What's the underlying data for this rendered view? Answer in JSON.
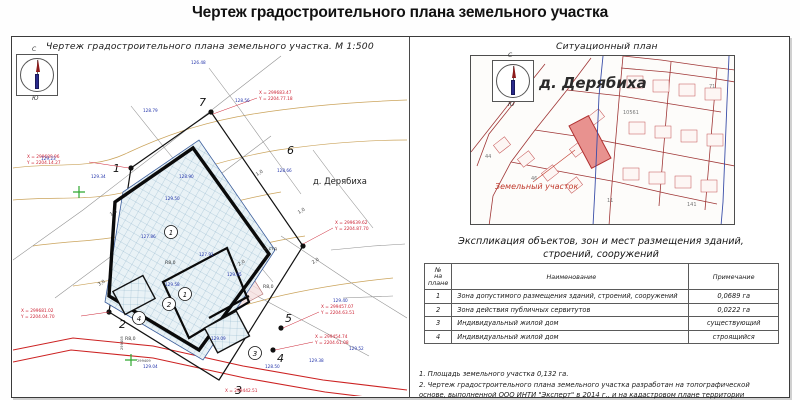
{
  "document": {
    "title": "Чертеж градостроительного плана земельного участка"
  },
  "left_panel": {
    "caption": "Чертеж градостроительного плана земельного участка. М 1:500",
    "scale": "М 1:500",
    "village_label": "д. Дерябиха",
    "compass": {
      "north": "С",
      "south": "Ю"
    },
    "boundary_points": [
      "1",
      "2",
      "3",
      "4",
      "5",
      "6",
      "7"
    ],
    "zone_markers": [
      "1",
      "2",
      "3",
      "4"
    ],
    "coordinate_callouts": [
      {
        "point": "7",
        "x": "X = 299683.47",
        "y": "Y = 2204.77.18"
      },
      {
        "point": "6",
        "x": "X = 299639.62",
        "y": "Y = 2204.87.70"
      },
      {
        "point": "1",
        "x": "X = 299689.96",
        "y": "Y = 2204.14.27"
      },
      {
        "point": "2",
        "x": "X = 299681.02",
        "y": "Y = 2204.04.70"
      },
      {
        "point": "5",
        "x": "X = 299457.07",
        "y": "Y = 2204.63.51"
      },
      {
        "point": "4",
        "x": "X = 299454.74",
        "y": "Y = 2204.61.08"
      },
      {
        "point": "3",
        "x": "X = 299442.51",
        "y": "Y = 2204.53.55"
      }
    ],
    "elevations": [
      "126.48",
      "128.56",
      "128.79",
      "129.23",
      "129.34",
      "128.90",
      "128.66",
      "129.50",
      "127.86",
      "127.91",
      "129.58",
      "129.65",
      "129.09",
      "128.50",
      "129.38",
      "129.52",
      "129.04",
      "129.40"
    ],
    "offsets": [
      "1,0",
      "2,0",
      "3,0",
      "R8,0"
    ],
    "annotations": [
      "ж.стд"
    ]
  },
  "right_panel": {
    "caption": "Ситуационный план",
    "village_title": "д. Дерябиха",
    "plot_label": "Земельный участок",
    "compass": {
      "north": "С",
      "south": "Ю"
    },
    "parcel_numbers": [
      "10561",
      "46",
      "44",
      "11",
      "141",
      "17",
      "71"
    ]
  },
  "explication": {
    "heading_line1": "Экспликация объектов, зон и мест размещения зданий,",
    "heading_line2": "строений, сооружений",
    "columns": {
      "num": "№\nна\nплане",
      "num_l1": "№",
      "num_l2": "на",
      "num_l3": "плане",
      "name": "Наименование",
      "note": "Примечание"
    },
    "rows": [
      {
        "num": "1",
        "name": "Зона допустимого размещения зданий, строений, сооружений",
        "note": "0,0689 га"
      },
      {
        "num": "2",
        "name": "Зона действия публичных сервитутов",
        "note": "0,0222 га"
      },
      {
        "num": "3",
        "name": "Индивидуальный жилой дом",
        "note": "существующий"
      },
      {
        "num": "4",
        "name": "Индивидуальный жилой дом",
        "note": "строящийся"
      }
    ]
  },
  "notes": {
    "note1": "1. Площадь земельного участка 0,132 га.",
    "note2": "2. Чертеж градостроительного плана земельного участка разработан на топографической",
    "note3": "основе, выполненной ООО ИНТИ \"Эксперт\" в 2014 г., и на кадастровом плане территории"
  },
  "colors": {
    "boundary_red": "#cc2222",
    "plot_fill": "#e8928f",
    "zone_blue": "#4a6fb5",
    "coord_red": "#cc2233",
    "elevation_blue": "#2233aa",
    "contour_tan": "#b8903c",
    "grid_green": "#2fa82f"
  }
}
